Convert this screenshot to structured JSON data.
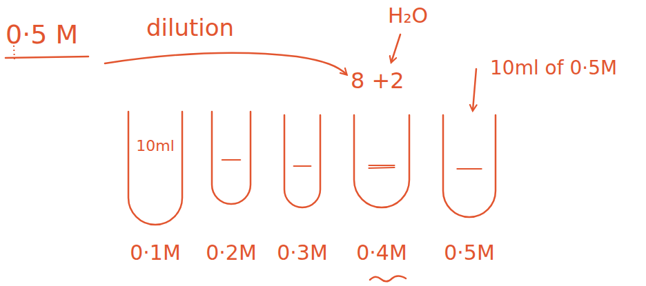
{
  "diagram": {
    "nodes": [
      {
        "text": [
          "10ml",
          "0·1M"
        ]
      },
      {
        "text": [
          "0·2M"
        ]
      },
      {
        "text": [
          "0·3M"
        ]
      },
      {
        "text": [
          "0·4M"
        ]
      },
      {
        "text": [
          "0·5M"
        ]
      }
    ],
    "labels": [
      "0·5 M",
      "dilution",
      "H₂O",
      "8 +2",
      "10ml of 0·5M"
    ]
  }
}
